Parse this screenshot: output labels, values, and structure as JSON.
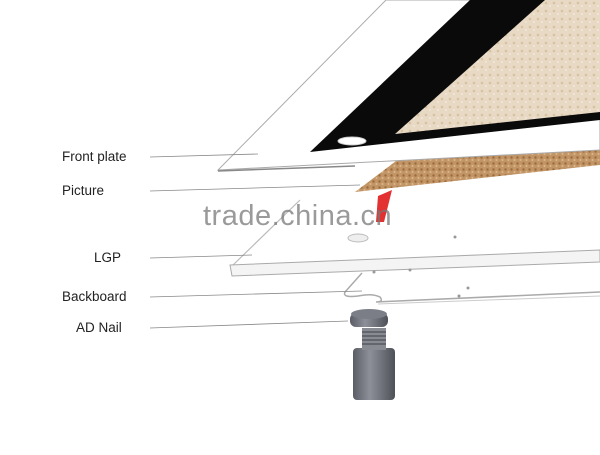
{
  "labels": {
    "front_plate": "Front plate",
    "picture": "Picture",
    "lgp": "LGP",
    "backboard": "Backboard",
    "ad_nail": "AD Nail"
  },
  "watermark": "trade.china.cn",
  "colors": {
    "mat": "#0a0a0a",
    "picture_beige": "#e6d6c0",
    "cork": "#b98a5a",
    "nail": "#6e7179",
    "accent_red": "#e01a1a"
  }
}
